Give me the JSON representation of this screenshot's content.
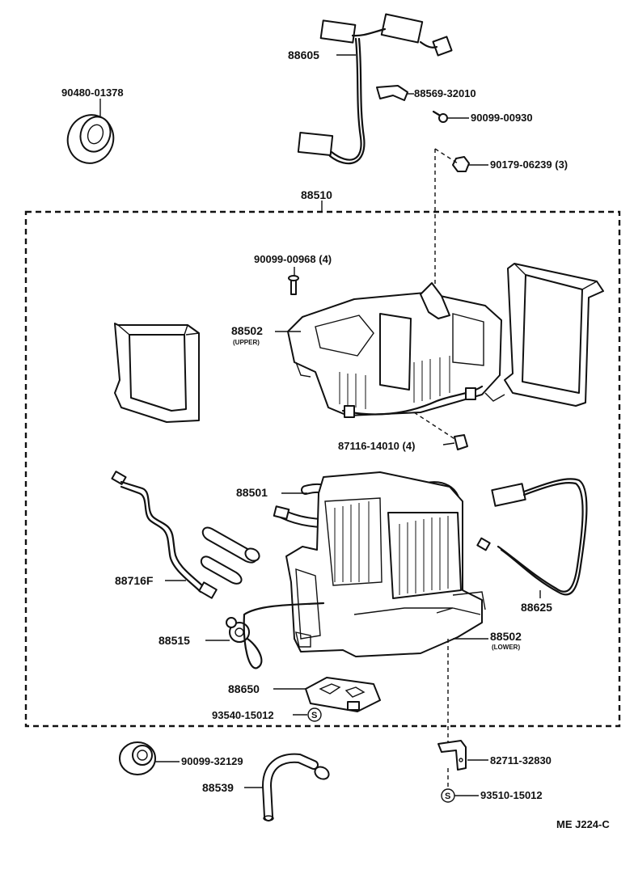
{
  "callouts": {
    "p88605": "88605",
    "p88569": "88569-32010",
    "p90099_00930": "90099-00930",
    "p90179": "90179-06239 (3)",
    "p90480": "90480-01378",
    "p88510": "88510",
    "p90099_00968": "90099-00968 (4)",
    "p88502_upper": "88502",
    "p88502_upper_sub": "(UPPER)",
    "p87116": "87116-14010 (4)",
    "p88501": "88501",
    "p88716f": "88716F",
    "p88625": "88625",
    "p88515": "88515",
    "p88502_lower": "88502",
    "p88502_lower_sub": "(LOWER)",
    "p88650": "88650",
    "p93540": "93540-15012",
    "p90099_32129": "90099-32129",
    "p88539": "88539",
    "p82711": "82711-32830",
    "p93510": "93510-15012"
  },
  "symbols": {
    "s1": "S",
    "s2": "S"
  },
  "footer": {
    "code": "ME J224-C"
  }
}
